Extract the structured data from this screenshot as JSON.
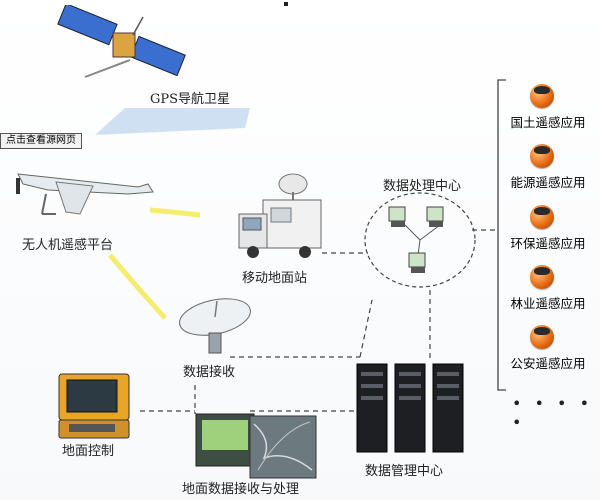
{
  "labels": {
    "satellite": "GPS导航卫星",
    "source_button": "点击查看源网页",
    "uav": "无人机遥感平台",
    "ground_station": "移动地面站",
    "data_center": "数据处理中心",
    "receiver": "数据接收",
    "ground_control": "地面控制",
    "ground_processing": "地面数据接收与处理",
    "data_management": "数据管理中心"
  },
  "applications": [
    {
      "label": "国土遥感应用"
    },
    {
      "label": "能源遥感应用"
    },
    {
      "label": "环保遥感应用"
    },
    {
      "label": "林业遥感应用"
    },
    {
      "label": "公安遥感应用"
    }
  ],
  "more": "• • • • •",
  "colors": {
    "accent_globe": "#e86b12",
    "beam": "#f3e84a",
    "line": "#444444"
  }
}
